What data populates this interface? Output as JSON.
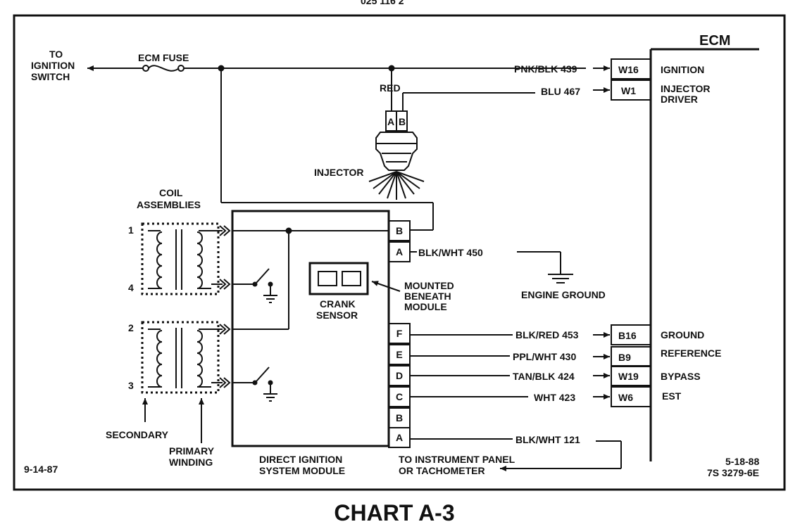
{
  "top_code": "025 116 2",
  "chart_title": "CHART A-3",
  "date_left": "9-14-87",
  "date_right": "5-18-88",
  "doc_number": "7S 3279-6E",
  "ecm": {
    "title": "ECM",
    "pins": [
      {
        "id": "W16",
        "function_lines": [
          "IGNITION"
        ]
      },
      {
        "id": "W1",
        "function_lines": [
          "INJECTOR",
          "DRIVER"
        ]
      },
      {
        "id": "B16",
        "function_lines": [
          "GROUND"
        ]
      },
      {
        "id": "B9",
        "function_lines": [
          "REFERENCE"
        ]
      },
      {
        "id": "W19",
        "function_lines": [
          "BYPASS"
        ]
      },
      {
        "id": "W6",
        "function_lines": [
          "EST"
        ]
      }
    ]
  },
  "to_ignition_switch": [
    "TO",
    "IGNITION",
    "SWITCH"
  ],
  "ecm_fuse": "ECM FUSE",
  "wires": {
    "pnk_blk_439": "PNK/BLK 439",
    "blu_467": "BLU 467",
    "blk_wht_450": "BLK/WHT 450",
    "blk_red_453": "BLK/RED 453",
    "ppl_wht_430": "PPL/WHT 430",
    "tan_blk_424": "TAN/BLK 424",
    "wht_423": "WHT 423",
    "blk_wht_121": "BLK/WHT 121"
  },
  "injector": {
    "label": "INJECTOR",
    "wire_color": "RED",
    "terminal_a": "A",
    "terminal_b": "B"
  },
  "coil": {
    "title_lines": [
      "COIL",
      "ASSEMBLIES"
    ],
    "terminals": [
      "1",
      "4",
      "2",
      "3"
    ],
    "secondary_label": "SECONDARY",
    "primary_label_lines": [
      "PRIMARY",
      "WINDING"
    ]
  },
  "module": {
    "title_lines": [
      "DIRECT IGNITION",
      "SYSTEM MODULE"
    ],
    "top_pins": [
      "B",
      "A"
    ],
    "bottom_pins": [
      "F",
      "E",
      "D",
      "C",
      "B",
      "A"
    ],
    "crank_sensor_lines": [
      "CRANK",
      "SENSOR"
    ],
    "mounted_note_lines": [
      "MOUNTED",
      "BENEATH",
      "MODULE"
    ]
  },
  "engine_ground": "ENGINE GROUND",
  "instrument_panel_lines": [
    "TO INSTRUMENT PANEL",
    "OR TACHOMETER"
  ]
}
